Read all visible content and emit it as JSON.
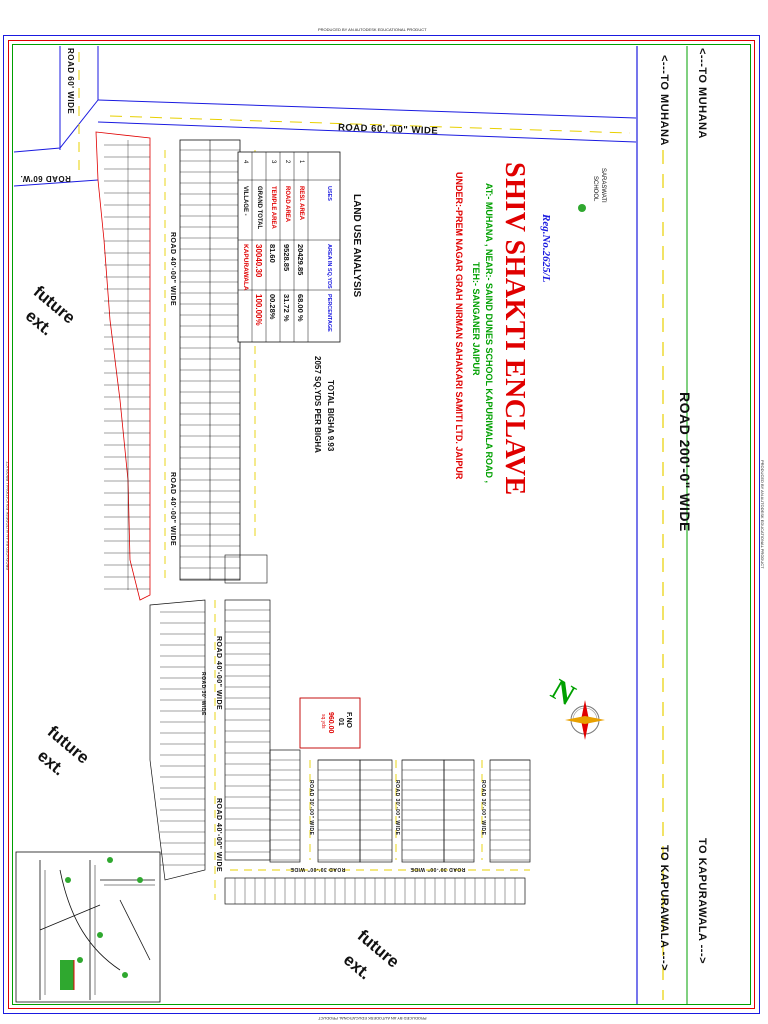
{
  "header_note": "PRODUCED BY AN AUTODESK EDUCATIONAL PRODUCT",
  "footer_note": "PRODUCED BY AN AUTODESK EDUCATIONAL PRODUCT",
  "side_note_left": "PRODUCED BY AN AUTODESK EDUCATIONAL PRODUCT",
  "side_note_right": "PRODUCED BY AN AUTODESK EDUCATIONAL PRODUCT",
  "roads": {
    "to_muhana_1": "<---TO MUHANA",
    "to_muhana_2": "<---TO MUHANA",
    "road_200": "ROAD 200'-0\" WIDE",
    "to_kapurawala_1": "TO KAPURAWALA --->",
    "to_kapurawala_2": "TO KAPURAWALA --->",
    "road_60_top": "ROAD 60'. 00\" WIDE",
    "road_60_left": "ROAD 60' WIDE",
    "road_60_w": "ROAD 60'W.",
    "road_40_a": "ROAD 40'-00\" WIDE",
    "road_40_b": "ROAD 40'-00\" WIDE",
    "road_40_c": "ROAD 40'-00\" WIDE",
    "road_40_d": "ROAD 40'-00\" WIDE",
    "road_30_a": "ROAD 30' WIDE",
    "road_30_b": "ROAD 30'-00\" WIDE",
    "road_30_c": "ROAD 30'-00\" WIDE",
    "road_30_d": "ROAD 30'-00\" WIDE",
    "road_30_e": "ROAD 30'-00\" WIDE",
    "road_30_f": "ROAD 30'-00\" WIDE"
  },
  "title": {
    "reg_no": "Reg.No.2625/L",
    "name": "SHIV SHAKTI ENCLAVE",
    "address_1": "AT:- MUHANA , NEAR:- SAIND DUNES SCHOOL KAPURIWALA ROAD ,",
    "address_2": "TEH:- SANGANER JAIPUR",
    "under": "UNDER:-PREM NAGAR GRAH NIRMAN SAHAKARI SAMITI LTD. JAIPUR",
    "total_bigha": "TOTAL BIGHA 9.93",
    "sqyds_per_bigha": "2057 SQ.YDS PER BIGHA"
  },
  "school": {
    "label_1": "SARASWATI",
    "label_2": "SCHOOL"
  },
  "land_use": {
    "heading": "LAND USE ANALYSIS",
    "col_uses": "USES",
    "col_area": "AREA IN SQ.YDS",
    "col_pct": "PERCENTAGE",
    "rows": [
      {
        "sno": "1",
        "use": "RESI. AREA",
        "area": "20429.85",
        "pct": "68.00 %"
      },
      {
        "sno": "2",
        "use": "ROAD AREA",
        "area": "9528.85",
        "pct": "31.72 %"
      },
      {
        "sno": "3",
        "use": "TEMPLE AREA",
        "area": "81.60",
        "pct": "00.28%"
      }
    ],
    "total_label": "GRAND TOTAL",
    "total_area": "30040.30",
    "total_pct": "100.00%",
    "village_sno": "4",
    "village_label": "VILLAGE -",
    "village_value": "KAPURAWALA"
  },
  "plot_fno": {
    "label": "F.NO",
    "number": "01",
    "area": "960.00",
    "unit": "sq.yds"
  },
  "future_ext": [
    "future",
    "ext."
  ],
  "north": "N"
}
